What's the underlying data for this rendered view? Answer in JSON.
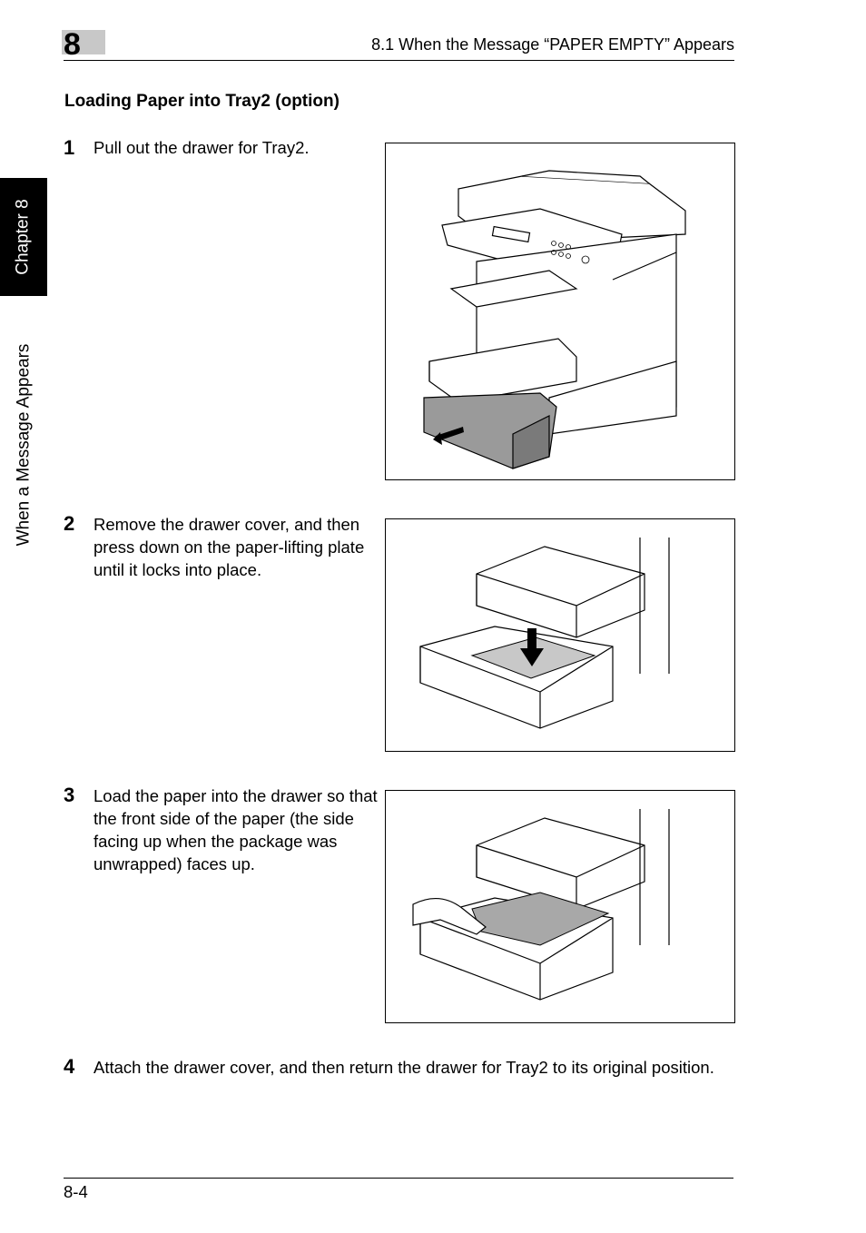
{
  "header": {
    "chapter_number": "8",
    "section_title": "8.1 When the Message “PAPER EMPTY” Appears"
  },
  "side_tab": {
    "chapter_label": "Chapter 8",
    "section_label": "When a Message Appears"
  },
  "section_heading": "Loading Paper into Tray2 (option)",
  "steps": [
    {
      "number": "1",
      "text": "Pull out the drawer for Tray2."
    },
    {
      "number": "2",
      "text": "Remove the drawer cover, and then press down on the paper-lifting plate until it locks into place."
    },
    {
      "number": "3",
      "text": "Load the paper into the drawer so that the front side of the paper (the side facing up when the package was unwrapped) faces up."
    },
    {
      "number": "4",
      "text": "Attach the drawer cover, and then return the drawer for Tray2 to its original position."
    }
  ],
  "footer": {
    "page_number": "8-4"
  },
  "colors": {
    "tab_background": "#000000",
    "chapter_box": "#c8c8c8",
    "drawer_fill": "#9a9a9a",
    "paper_fill": "#a8a8a8"
  }
}
